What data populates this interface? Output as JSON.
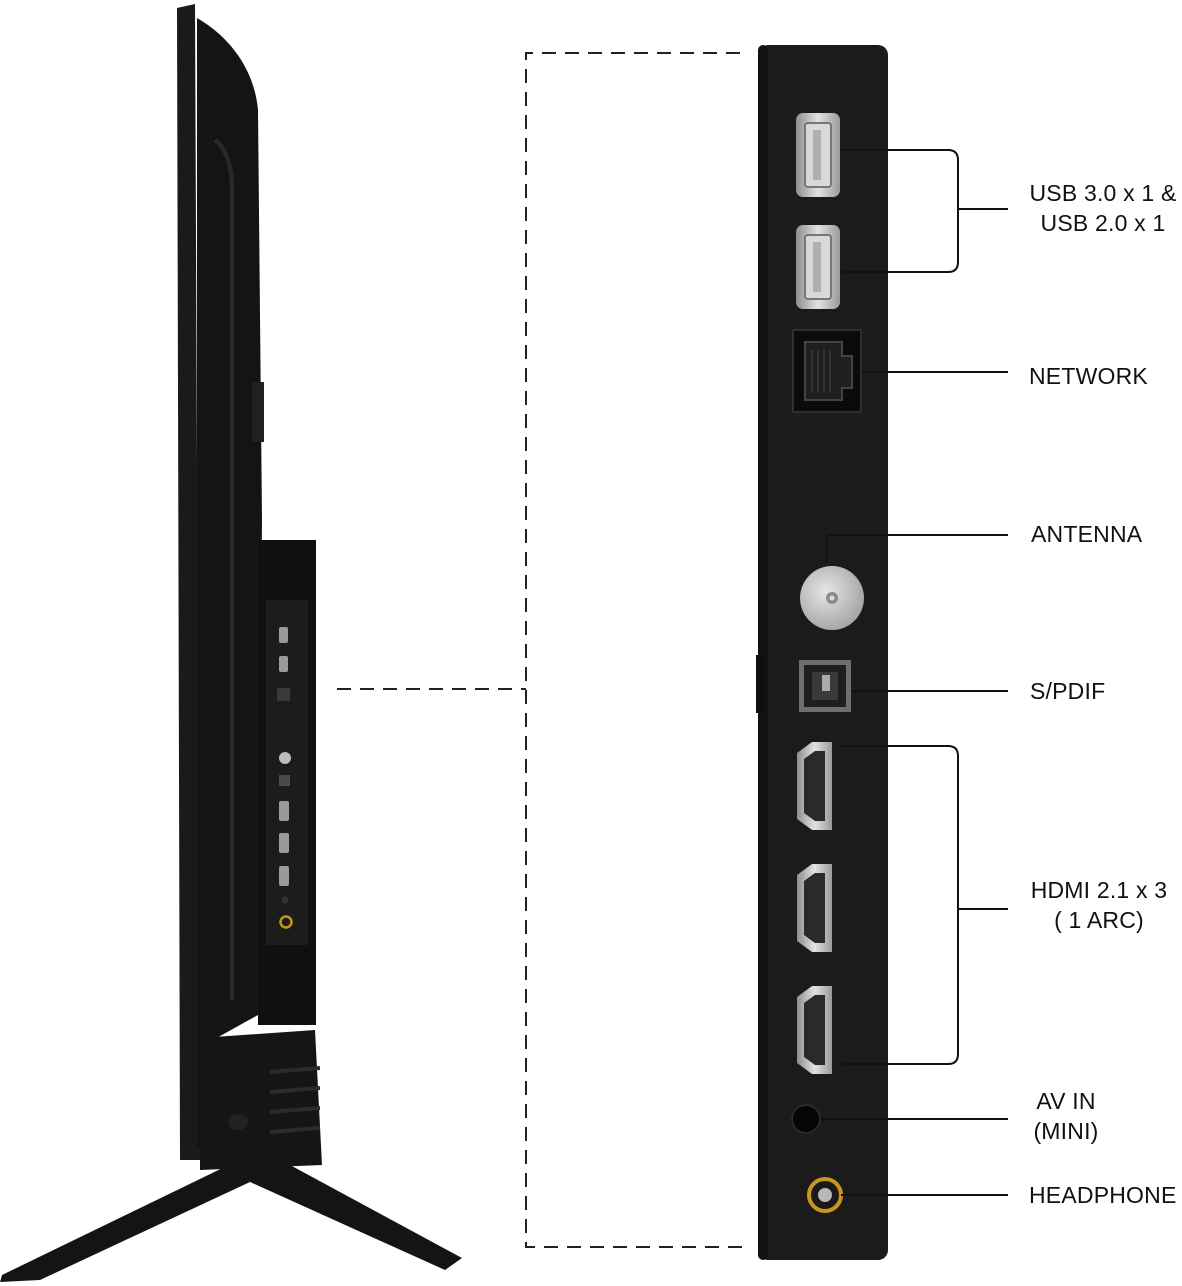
{
  "labels": {
    "usb": [
      "USB 3.0 x 1 &",
      "USB 2.0 x 1"
    ],
    "network": "NETWORK",
    "antenna": "ANTENNA",
    "spdif": "S/PDIF",
    "hdmi": [
      "HDMI 2.1 x 3",
      "( 1 ARC)"
    ],
    "av_in": [
      "AV IN",
      "(MINI)"
    ],
    "headphone": "HEADPHONE"
  },
  "colors": {
    "tv_body": "#161616",
    "panel": "#1b1b1b",
    "port_silver": "#c9c9c9",
    "headphone_ring": "#c8961e",
    "leader_line": "#111111"
  }
}
